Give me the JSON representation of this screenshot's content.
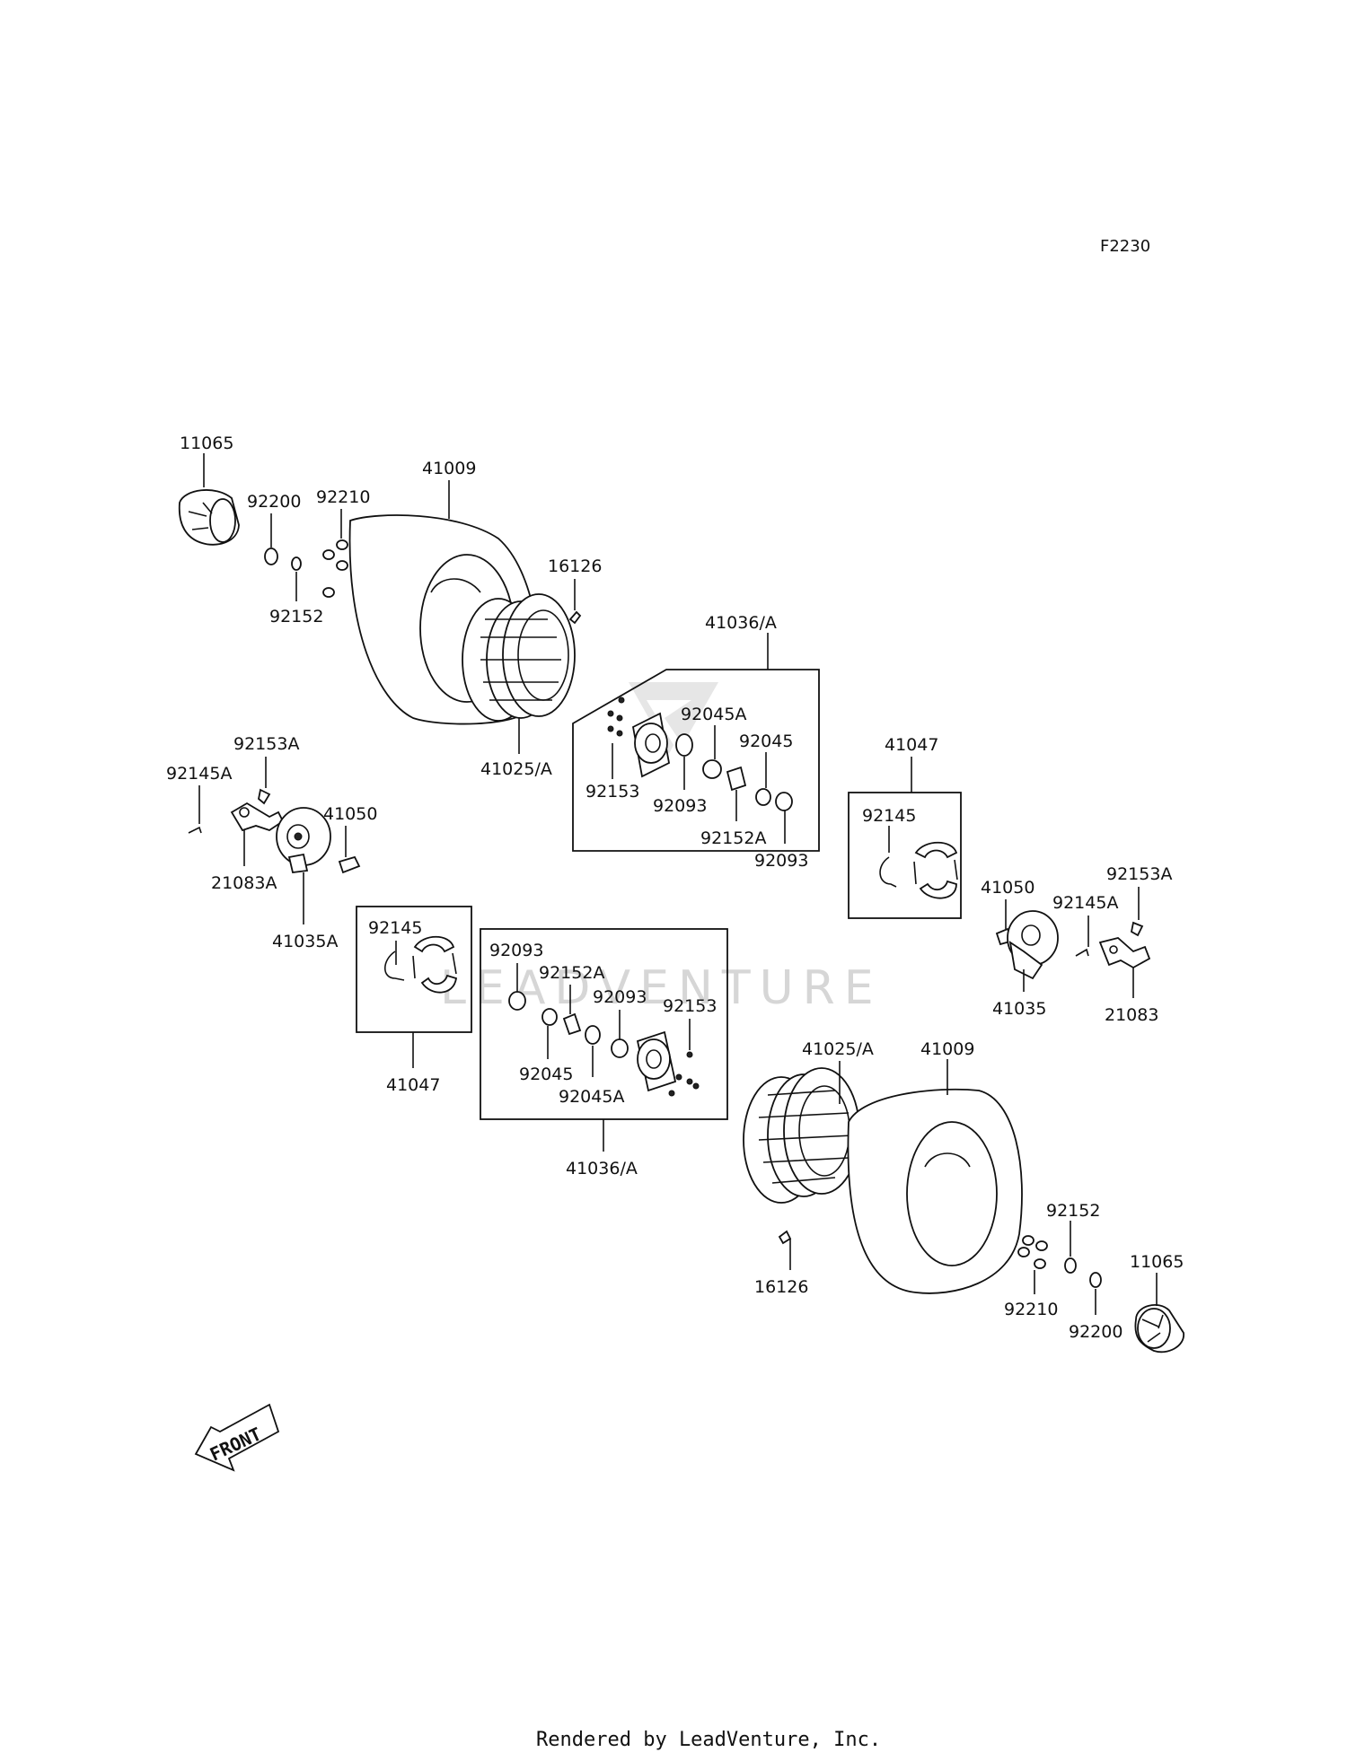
{
  "diagram_code": "F2230",
  "footer": "Rendered by LeadVenture, Inc.",
  "watermark": "LEADVENTURE",
  "front_arrow": "FRONT",
  "labels": {
    "l11065_a": "11065",
    "l92200_a": "92200",
    "l92210_a": "92210",
    "l92152_a": "92152",
    "l41009_a": "41009",
    "l16126_a": "16126",
    "l41025A_a": "41025/A",
    "l41036A_a": "41036/A",
    "l92045A_a": "92045A",
    "l92045_a": "92045",
    "l92153_a": "92153",
    "l92093_a": "92093",
    "l92152A_a": "92152A",
    "l92093_b": "92093",
    "l41047_a": "41047",
    "l92145_a": "92145",
    "l92153A_a": "92153A",
    "l92145A_a": "92145A",
    "l41050_a": "41050",
    "l21083A": "21083A",
    "l41035A": "41035A",
    "l92145_b": "92145",
    "l41047_b": "41047",
    "l41050_b": "41050",
    "l92153A_b": "92153A",
    "l92145A_b": "92145A",
    "l41035": "41035",
    "l21083": "21083",
    "l92093_c": "92093",
    "l92152A_b": "92152A",
    "l92093_d": "92093",
    "l92153_b": "92153",
    "l92045_b": "92045",
    "l92045A_b": "92045A",
    "l41036A_b": "41036/A",
    "l41025A_b": "41025/A",
    "l41009_b": "41009",
    "l16126_b": "16126",
    "l92152_b": "92152",
    "l11065_b": "11065",
    "l92210_b": "92210",
    "l92200_b": "92200"
  }
}
